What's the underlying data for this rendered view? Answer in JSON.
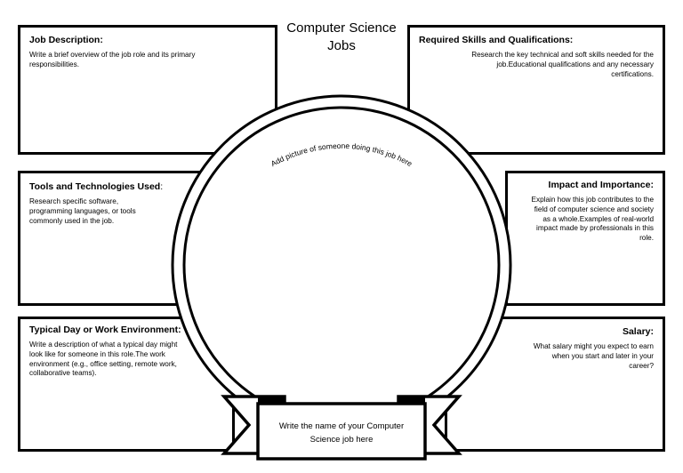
{
  "title": {
    "line1": "Computer Science",
    "line2": "Jobs"
  },
  "boxes": {
    "job_description": {
      "heading": "Job Description:",
      "body": "Write a brief overview of the job role and its primary responsibilities."
    },
    "skills": {
      "heading": "Required Skills and Qualifications:",
      "body": "Research the key technical and soft skills needed for the job.Educational qualifications and any necessary certifications."
    },
    "tools": {
      "heading": "Tools and Technologies Used",
      "heading_colon": ":",
      "body": "Research specific software, programming languages, or tools commonly used in the job."
    },
    "impact": {
      "heading": "Impact and Importance:",
      "body": "Explain how this job contributes to the field of computer science and society as a whole.Examples of real-world impact made by professionals in this role."
    },
    "typical_day": {
      "heading": "Typical Day or Work Environment:",
      "body": "Write a description of what a typical day might look like for someone in this role.The work environment (e.g., office setting, remote work, collaborative teams)."
    },
    "salary": {
      "heading": "Salary:",
      "body": "What salary might you expect to earn when you start and later in your career?"
    }
  },
  "circle_caption": "Add picture of someone doing this job here",
  "banner": {
    "line1": "Write the name of your Computer",
    "line2": "Science job here"
  }
}
